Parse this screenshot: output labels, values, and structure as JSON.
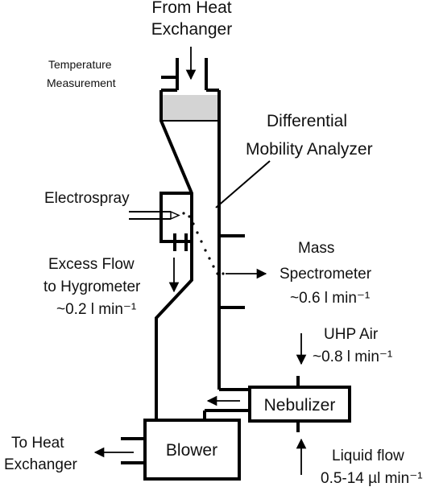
{
  "labels": {
    "from_heat_exchanger": [
      "From Heat",
      "Exchanger"
    ],
    "temperature_measurement": [
      "Temperature",
      "Measurement"
    ],
    "differential_mobility_analyzer": [
      "Differential",
      "Mobility Analyzer"
    ],
    "electrospray": "Electrospray",
    "mass_spectrometer": [
      "Mass",
      "Spectrometer",
      "~0.6 l min⁻¹"
    ],
    "excess_flow": [
      "Excess Flow",
      "to Hygrometer",
      "~0.2 l min⁻¹"
    ],
    "uhp_air": [
      "UHP Air",
      "~0.8 l min⁻¹"
    ],
    "nebulizer": "Nebulizer",
    "blower": "Blower",
    "to_heat_exchanger": [
      "To Heat",
      "Exchanger"
    ],
    "liquid_flow": [
      "Liquid flow",
      "0.5-14 µl min⁻¹"
    ]
  },
  "colors": {
    "line": "#000000",
    "heat_exchanger_fill": "#d4d4d4",
    "background": "#ffffff"
  }
}
